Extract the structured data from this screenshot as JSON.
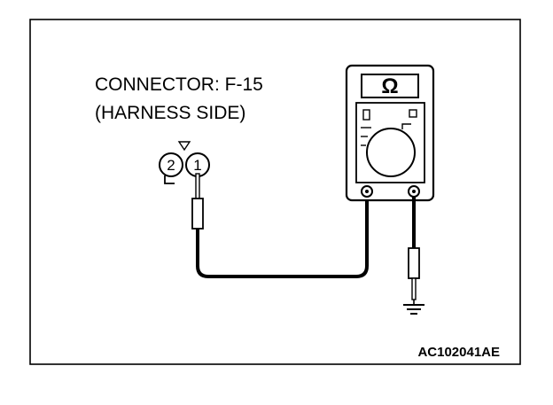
{
  "connector": {
    "name": "CONNECTOR: F-15",
    "side": "(HARNESS SIDE)",
    "pins": [
      "2",
      "1"
    ]
  },
  "meter": {
    "unit_symbol": "Ω"
  },
  "figure_code": "AC102041AE",
  "colors": {
    "line": "#000000",
    "background": "#ffffff"
  },
  "icons": [
    "multimeter-icon",
    "ground-symbol-icon",
    "probe-icon",
    "connector-icon"
  ]
}
